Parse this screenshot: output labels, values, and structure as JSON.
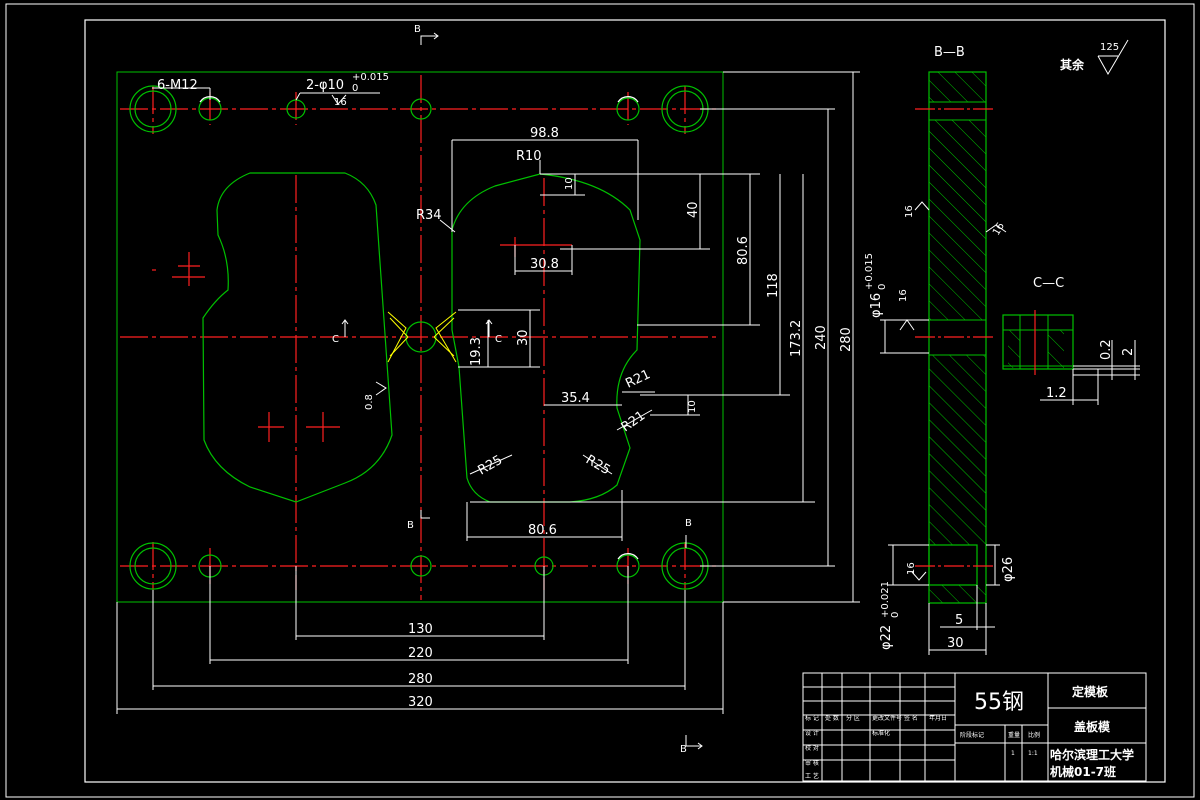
{
  "colors": {
    "background": "#000000",
    "outline": "#00c000",
    "centerline": "#ff2020",
    "dimension": "#ffffff",
    "hatch": "#00c000",
    "section_mark": "#ffffff",
    "tb_frame": "#ffffff"
  },
  "labels": {
    "section_b_top": "B",
    "section_b_mid": "B",
    "section_b_right": "B",
    "section_b_bottom": "B",
    "section_c_left": "C",
    "section_c_right": "C",
    "view_bb": "B—B",
    "view_cc": "C—C",
    "roughness_rest": "其余",
    "roughness_rest_val": "125"
  },
  "dims": {
    "m12": "6-M12",
    "pin_holes": "2-φ10",
    "pin_tol": "+0.015",
    "pin_tol0": "0",
    "r16a": "16",
    "d98_8": "98.8",
    "r10": "R10",
    "r34": "R34",
    "d10a": "10",
    "d40": "40",
    "d30_8": "30.8",
    "d80_6v": "80.6",
    "d118": "118",
    "d173_2": "173.2",
    "d240": "240",
    "d280v": "280",
    "d30v": "30",
    "d19_3": "19.3",
    "d0_8": "0.8",
    "r21a": "R21",
    "r21b": "R21",
    "d35_4": "35.4",
    "d10b": "10",
    "r25a": "R25",
    "r25b": "R25",
    "d80_6h": "80.6",
    "d130": "130",
    "d220": "220",
    "d280h": "280",
    "d320": "320",
    "phi16": "φ16",
    "phi16_tol": "+0.015",
    "phi16_tol0": "0",
    "r16b": "16",
    "r16c": "16",
    "r16d": "16",
    "r16e": "16",
    "phi26": "φ26",
    "phi22": "φ22",
    "phi22_tol": "+0.021",
    "phi22_tol0": "0",
    "d5": "5",
    "d30h": "30",
    "d0_2": "0.2",
    "d2": "2",
    "d1_2": "1.2"
  },
  "title_block": {
    "material": "55钢",
    "part_name": "定模板",
    "assembly": "盖板模",
    "school": "哈尔滨理工大学",
    "class_name": "机械01-7班",
    "scale_label": "比例",
    "scale": "1:1",
    "qty": "1",
    "weight_label": "重量",
    "hdr_mark": "标 记",
    "hdr_count": "处 数",
    "hdr_zone": "分 区",
    "hdr_docno": "更改文件号",
    "hdr_sign": "签 名",
    "hdr_date": "年月日",
    "r_design": "设 计",
    "r_check": "校 对",
    "r_review": "审 核",
    "r_craft": "工 艺",
    "std": "标准化",
    "stage": "阶段标记"
  }
}
